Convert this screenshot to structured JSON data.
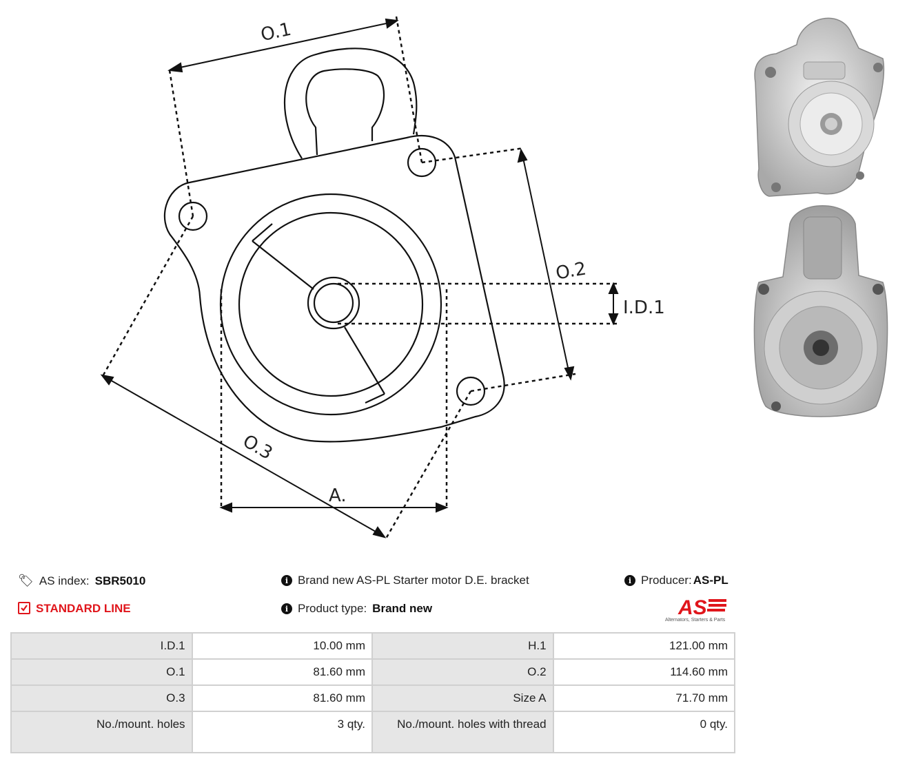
{
  "drawing": {
    "labels": {
      "o1": "O.1",
      "o2": "O.2",
      "o3": "O.3",
      "id1": "I.D.1",
      "a": "A."
    }
  },
  "photos": [
    "bracket-front-photo",
    "bracket-rear-photo"
  ],
  "info": {
    "as_index_label": "AS index:",
    "as_index_value": "SBR5010",
    "line": "STANDARD LINE",
    "description": "Brand new AS-PL Starter motor D.E. bracket",
    "product_type_label": "Product type:",
    "product_type_value": "Brand new",
    "producer_label": "Producer:",
    "producer_value": "AS-PL"
  },
  "logo": {
    "mark": "AS",
    "tagline": "Alternators, Starters & Parts",
    "color": "#e0151b"
  },
  "specs": {
    "rows": [
      {
        "l1": "I.D.1",
        "v1": "10.00 mm",
        "l2": "H.1",
        "v2": "121.00 mm"
      },
      {
        "l1": "O.1",
        "v1": "81.60 mm",
        "l2": "O.2",
        "v2": "114.60 mm"
      },
      {
        "l1": "O.3",
        "v1": "81.60 mm",
        "l2": "Size A",
        "v2": "71.70 mm"
      },
      {
        "l1": "No./mount. holes",
        "v1": "3 qty.",
        "l2": "No./mount. holes with thread",
        "v2": "0 qty."
      }
    ]
  },
  "colors": {
    "accent_red": "#e0151b",
    "label_bg": "#e6e6e6",
    "border": "#d0d0d0"
  }
}
